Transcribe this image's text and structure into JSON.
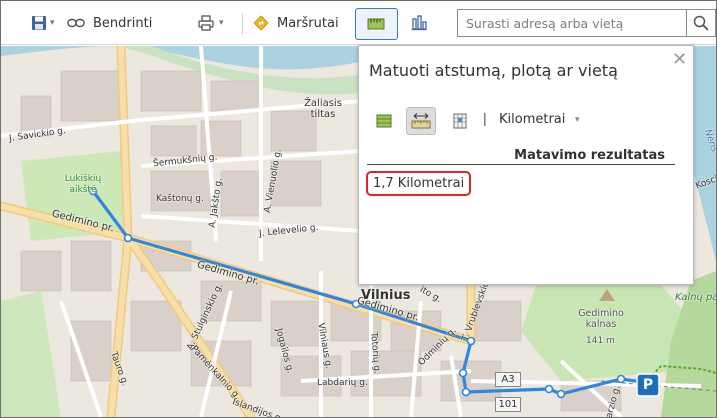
{
  "toolbar": {
    "share_label": "Bendrinti",
    "routes_label": "Maršrutai",
    "search_placeholder": "Surasti adresą arba vietą"
  },
  "icons": {
    "save": "floppy-disk-icon",
    "share": "link-icon",
    "print": "printer-icon",
    "routes": "directions-icon",
    "measure": "ruler-icon",
    "chart": "bar-chart-icon",
    "search": "magnifier-icon"
  },
  "measure": {
    "title": "Matuoti atstumą, plotą ar vietą",
    "unit": "Kilometrai",
    "result_header": "Matavimo rezultatas",
    "result_value": "1,7 Kilometrai"
  },
  "map": {
    "labels": {
      "zaliasis": "Žaliasis tiltas",
      "savickio": "J. Savickio g.",
      "gedimino_w": "Gedimino pr.",
      "gedimino_mid": "Gedimino pr.",
      "gedimino_e": "Gedimino pr.",
      "lukiskiu": "Lukiškių aikštė",
      "sermuksniu": "Šermukšnių g.",
      "kastonu": "Kaštonų g.",
      "jaksto": "A. Jakšto g.",
      "vienuolio": "A. Vienuolio g.",
      "lelevelio": "J. Lelevelio g.",
      "vilnius": "Vilnius",
      "vrublevskio": "T. Vrublevskio g.",
      "stulginskio": "A. Stulginskio g.",
      "tauro": "Tauro g.",
      "pamenkalnio": "Pamėnkalnio g.",
      "jogailos": "Jogailos g.",
      "vilniaus": "Vilniaus g.",
      "totoriu": "Totorių g.",
      "odminiu": "Odminių g.",
      "labdariu": "Labdarių g.",
      "islandijos": "Islandijos g.",
      "barzio": "Barzio g.",
      "gedimino_kalnas": "Gedimino kalnas",
      "height": "141 m",
      "kalnu_parkas": "Kalnų parkas",
      "neris": "Neris",
      "koscius": "Koscius",
      "a3": "A3",
      "r101": "101",
      "parking": "P",
      "ito": "ito g."
    }
  },
  "colors": {
    "measure_line": "#2f86e0",
    "highlight": "#e0232a",
    "active_border": "#3a78c9",
    "river": "#aad3df",
    "park": "#c8e5b4",
    "main_road": "#f7d99b",
    "building": "#d9d0c9"
  }
}
